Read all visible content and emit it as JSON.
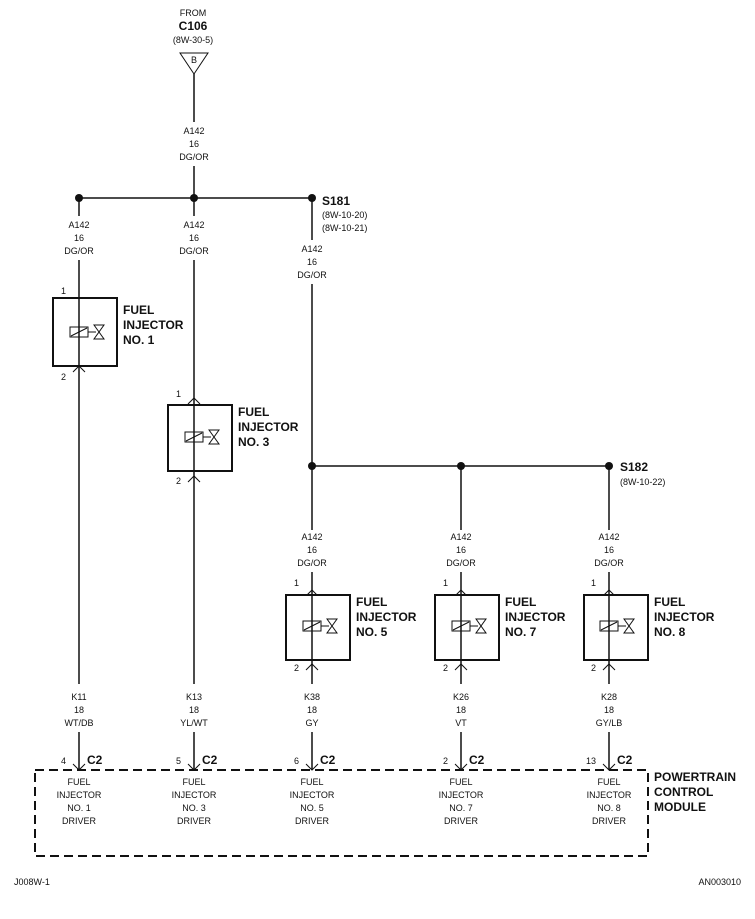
{
  "source": {
    "from_label": "FROM",
    "connector": "C106",
    "ref": "(8W-30-5)",
    "pin": "B"
  },
  "main_wire": {
    "code": "A142",
    "gauge": "16",
    "color": "DG/OR"
  },
  "splices": [
    {
      "name": "S181",
      "refs": [
        "(8W-10-20)",
        "(8W-10-21)"
      ]
    },
    {
      "name": "S182",
      "refs": [
        "(8W-10-22)"
      ]
    }
  ],
  "injectors": [
    {
      "title": [
        "FUEL",
        "INJECTOR",
        "NO. 1"
      ],
      "in_pin": "1",
      "out_pin": "2",
      "in_wire": [
        "A142",
        "16",
        "DG/OR"
      ],
      "out_wire": [
        "K11",
        "18",
        "WT/DB"
      ],
      "pcm_pin": "4",
      "pcm_conn": "C2",
      "pcm_label": [
        "FUEL",
        "INJECTOR",
        "NO. 1",
        "DRIVER"
      ]
    },
    {
      "title": [
        "FUEL",
        "INJECTOR",
        "NO. 3"
      ],
      "in_pin": "1",
      "out_pin": "2",
      "in_wire": [
        "A142",
        "16",
        "DG/OR"
      ],
      "out_wire": [
        "K13",
        "18",
        "YL/WT"
      ],
      "pcm_pin": "5",
      "pcm_conn": "C2",
      "pcm_label": [
        "FUEL",
        "INJECTOR",
        "NO. 3",
        "DRIVER"
      ]
    },
    {
      "title": [
        "FUEL",
        "INJECTOR",
        "NO. 5"
      ],
      "in_pin": "1",
      "out_pin": "2",
      "in_wire": [
        "A142",
        "16",
        "DG/OR"
      ],
      "out_wire": [
        "K38",
        "18",
        "GY"
      ],
      "pcm_pin": "6",
      "pcm_conn": "C2",
      "pcm_label": [
        "FUEL",
        "INJECTOR",
        "NO. 5",
        "DRIVER"
      ]
    },
    {
      "title": [
        "FUEL",
        "INJECTOR",
        "NO. 7"
      ],
      "in_pin": "1",
      "out_pin": "2",
      "in_wire": [
        "A142",
        "16",
        "DG/OR"
      ],
      "out_wire": [
        "K26",
        "18",
        "VT"
      ],
      "pcm_pin": "2",
      "pcm_conn": "C2",
      "pcm_label": [
        "FUEL",
        "INJECTOR",
        "NO. 7",
        "DRIVER"
      ]
    },
    {
      "title": [
        "FUEL",
        "INJECTOR",
        "NO. 8"
      ],
      "in_pin": "1",
      "out_pin": "2",
      "in_wire": [
        "A142",
        "16",
        "DG/OR"
      ],
      "out_wire": [
        "K28",
        "18",
        "GY/LB"
      ],
      "pcm_pin": "13",
      "pcm_conn": "C2",
      "pcm_label": [
        "FUEL",
        "INJECTOR",
        "NO. 8",
        "DRIVER"
      ]
    }
  ],
  "module": {
    "name": [
      "POWERTRAIN",
      "CONTROL",
      "MODULE"
    ]
  },
  "footer": {
    "left": "J008W-1",
    "right": "AN003010"
  }
}
